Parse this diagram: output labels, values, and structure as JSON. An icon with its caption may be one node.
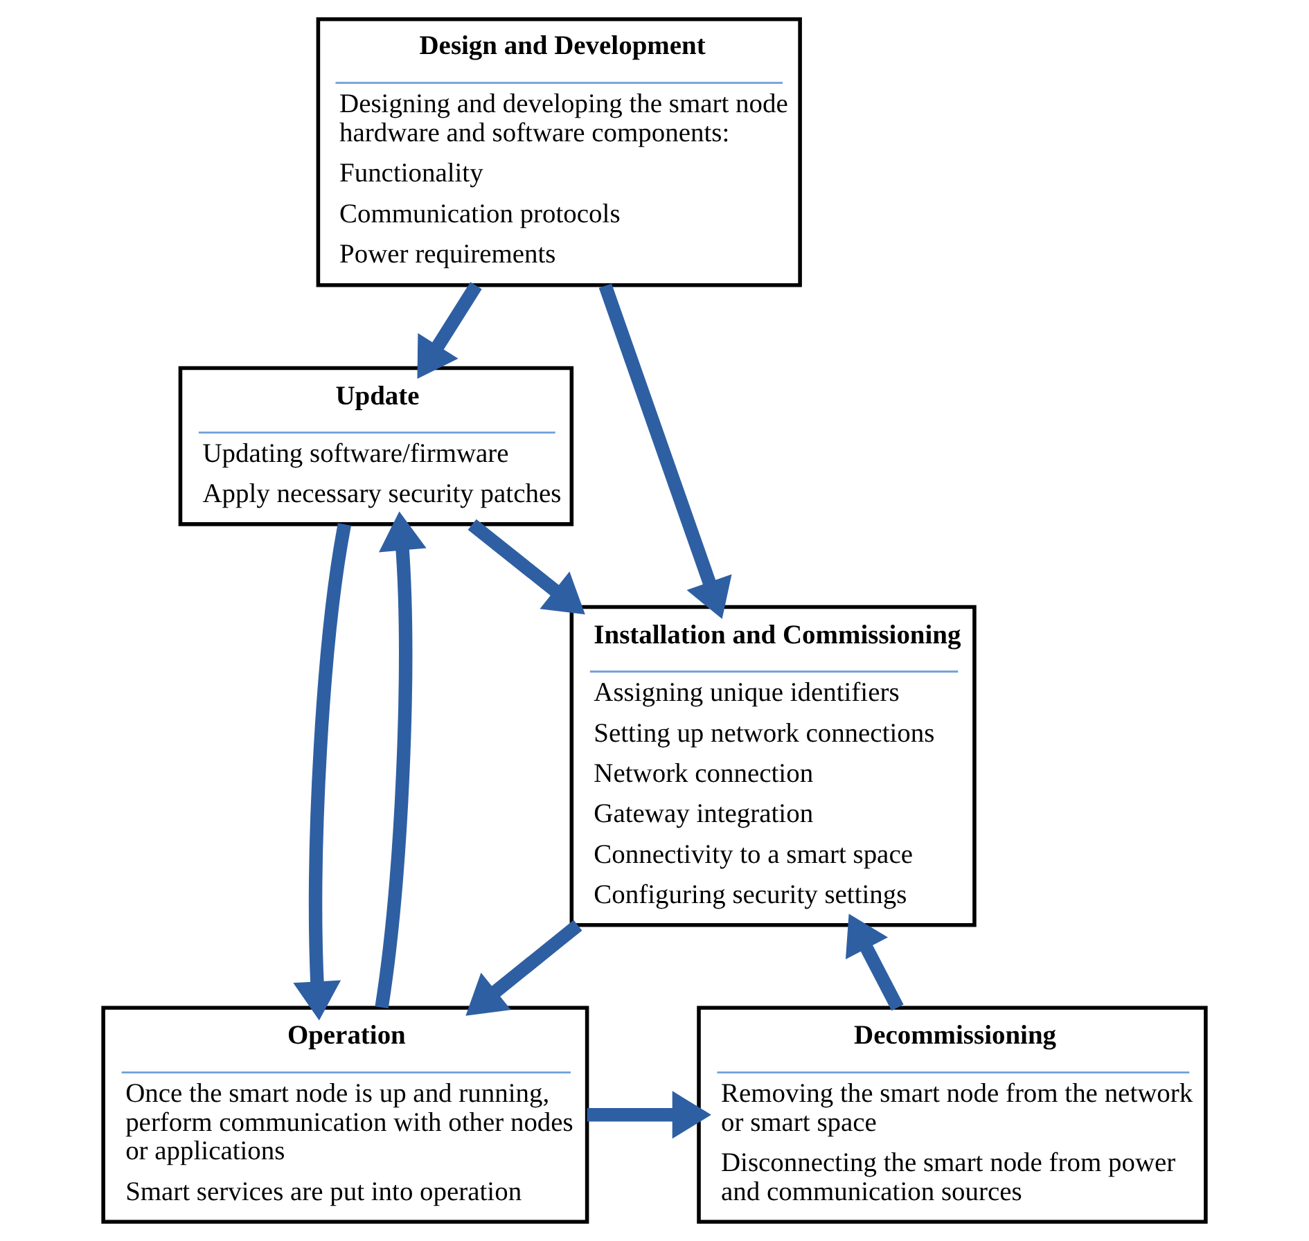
{
  "diagram": {
    "nodes": [
      {
        "text": [
          "Design and Development",
          "Designing and developing the smart node hardware and software components:",
          "Functionality",
          "Communication protocols",
          "Power requirements"
        ]
      },
      {
        "text": [
          "Installation and Commissioning",
          "Assigning unique identifiers",
          "Setting up network connections",
          "Network connection",
          "Gateway integration",
          "Connectivity to a smart space",
          "Configuring security settings"
        ]
      },
      {
        "text": [
          "Update",
          "Updating software/firmware",
          "Apply necessary security patches"
        ]
      },
      {
        "text": [
          "Operation",
          "Once the smart node is up and running, perform communication with other nodes or applications",
          "Smart services are put into operation"
        ]
      },
      {
        "text": [
          "Decommissioning",
          "Removing the smart node from the network or smart space",
          "Disconnecting the smart node from power and communication sources"
        ]
      }
    ],
    "edges": [
      {
        "from": 0,
        "to": 1,
        "arrow": "to"
      },
      {
        "from": 0,
        "to": 2,
        "arrow": "to"
      },
      {
        "from": 2,
        "to": 1,
        "arrow": "to"
      },
      {
        "from": 2,
        "to": 3,
        "arrow": "to"
      },
      {
        "from": 3,
        "to": 2,
        "arrow": "to"
      },
      {
        "from": 1,
        "to": 3,
        "arrow": "to"
      },
      {
        "from": 3,
        "to": 4,
        "arrow": "to"
      },
      {
        "from": 4,
        "to": 1,
        "arrow": "to"
      }
    ]
  }
}
